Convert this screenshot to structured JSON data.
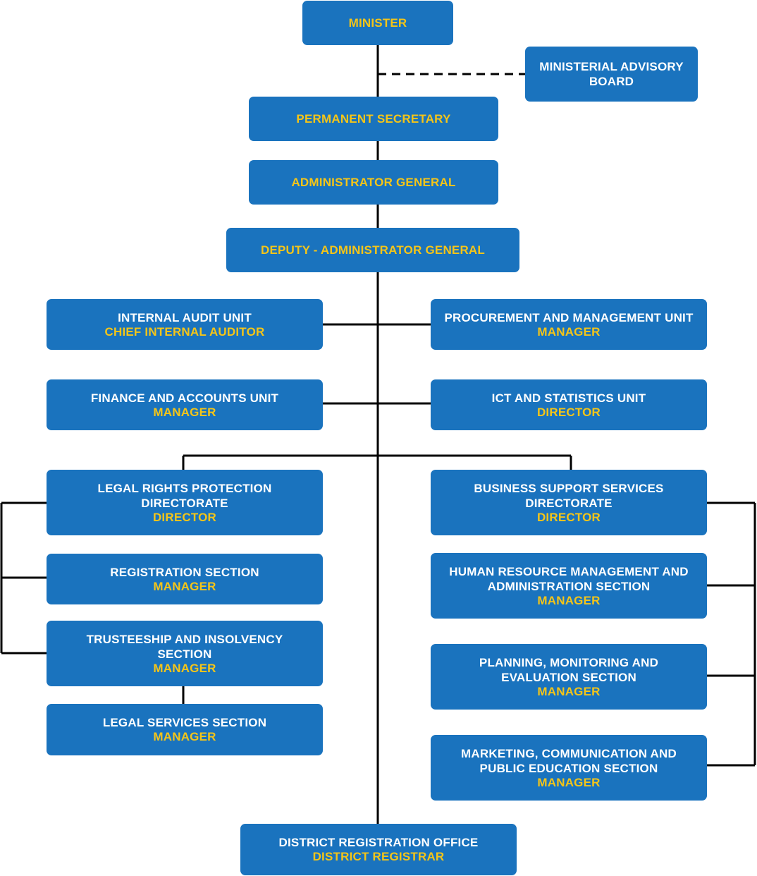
{
  "colors": {
    "box": "#1a73be",
    "unit_text": "#ffffff",
    "role_text": "#f5c518",
    "connector": "#000000"
  },
  "nodes": {
    "minister": {
      "role": "MINISTER"
    },
    "advisory_board": {
      "unit": "MINISTERIAL ADVISORY BOARD"
    },
    "permanent_secretary": {
      "role": "PERMANENT SECRETARY"
    },
    "administrator_general": {
      "role": "ADMINISTRATOR GENERAL"
    },
    "deputy_administrator_general": {
      "role": "DEPUTY - ADMINISTRATOR GENERAL"
    },
    "internal_audit": {
      "unit": "INTERNAL AUDIT UNIT",
      "role": "CHIEF INTERNAL AUDITOR"
    },
    "procurement": {
      "unit": "PROCUREMENT AND MANAGEMENT UNIT",
      "role": "MANAGER"
    },
    "finance": {
      "unit": "FINANCE AND ACCOUNTS UNIT",
      "role": "MANAGER"
    },
    "ict": {
      "unit": "ICT AND STATISTICS UNIT",
      "role": "DIRECTOR"
    },
    "legal_rights": {
      "unit": "LEGAL RIGHTS PROTECTION DIRECTORATE",
      "role": "DIRECTOR"
    },
    "registration": {
      "unit": "REGISTRATION SECTION",
      "role": "MANAGER"
    },
    "trusteeship": {
      "unit": "TRUSTEESHIP AND INSOLVENCY SECTION",
      "role": "MANAGER"
    },
    "legal_services": {
      "unit": "LEGAL SERVICES SECTION",
      "role": "MANAGER"
    },
    "business_support": {
      "unit": "BUSINESS SUPPORT SERVICES DIRECTORATE",
      "role": "DIRECTOR"
    },
    "hr": {
      "unit": "HUMAN RESOURCE MANAGEMENT AND ADMINISTRATION SECTION",
      "role": "MANAGER"
    },
    "planning": {
      "unit": "PLANNING, MONITORING AND EVALUATION SECTION",
      "role": "MANAGER"
    },
    "marketing": {
      "unit": "MARKETING, COMMUNICATION AND PUBLIC EDUCATION SECTION",
      "role": "MANAGER"
    },
    "district": {
      "unit": "DISTRICT REGISTRATION OFFICE",
      "role": "DISTRICT REGISTRAR"
    }
  }
}
